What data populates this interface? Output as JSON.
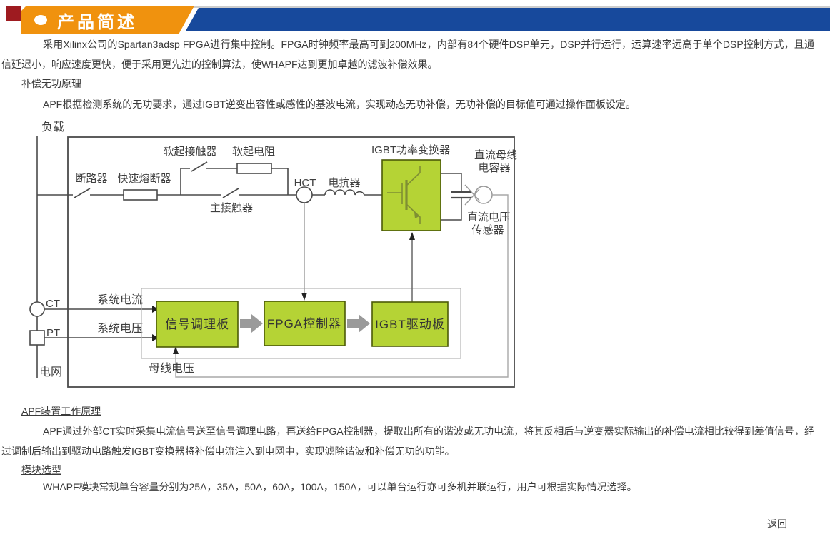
{
  "header": {
    "title": "产品简述",
    "banner_color": "#f0920e",
    "bar_color": "#17499c",
    "corner_color": "#9e1b20"
  },
  "content": {
    "paragraph_1": "采用Xilinx公司的Spartan3adsp FPGA进行集中控制。FPGA时钟频率最高可到200MHz，内部有84个硬件DSP单元，DSP并行运行，运算速率远高于单个DSP控制方式，且通信延迟小，响应速度更快，便于采用更先进的控制算法，使WHAPF达到更加卓越的滤波补偿效果。",
    "heading_reactive": "补偿无功原理",
    "paragraph_2": "APF根据检测系统的无功要求，通过IGBT逆变出容性或感性的基波电流，实现动态无功补偿，无功补偿的目标值可通过操作面板设定。",
    "heading_apf": "APF装置工作原理",
    "paragraph_3": "APF通过外部CT实时采集电流信号送至信号调理电路，再送给FPGA控制器，提取出所有的谐波或无功电流，将其反相后与逆变器实际输出的补偿电流相比较得到差值信号，经过调制后输出到驱动电路触发IGBT变换器将补偿电流注入到电网中，实现滤除谐波和补偿无功的功能。",
    "heading_module": "模块选型",
    "paragraph_4": "WHAPF模块常规单台容量分别为25A，35A，50A，60A，100A，150A，可以单台运行亦可多机并联运行，用户可根据实际情况选择。"
  },
  "diagram": {
    "box_fill": "#b5d335",
    "labels": {
      "load": "负载",
      "grid": "电网",
      "breaker": "断路器",
      "fast_fuse": "快速熔断器",
      "soft_start_contactor": "软起接触器",
      "soft_start_resistor": "软起电阻",
      "main_contactor": "主接触器",
      "hct": "HCT",
      "reactor": "电抗器",
      "igbt_converter": "IGBT功率变换器",
      "dc_bus_cap_1": "直流母线",
      "dc_bus_cap_2": "电容器",
      "dc_sensor_1": "直流电压",
      "dc_sensor_2": "传感器",
      "ct": "CT",
      "pt": "PT",
      "system_current": "系统电流",
      "system_voltage": "系统电压",
      "bus_voltage": "母线电压",
      "signal_board": "信号调理板",
      "fpga_controller": "FPGA控制器",
      "igbt_driver": "IGBT驱动板"
    }
  },
  "footer": {
    "back_link": "返回"
  }
}
